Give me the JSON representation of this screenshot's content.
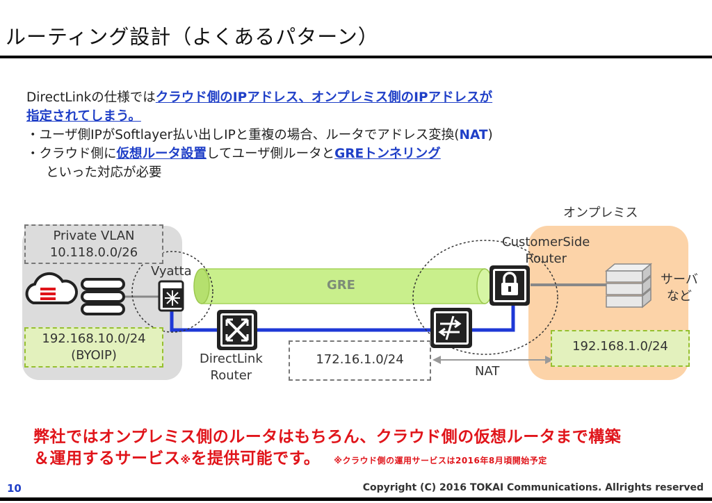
{
  "header": {
    "title": "ルーティング設計（よくあるパターン）"
  },
  "body": {
    "line1_prefix": "DirectLinkの仕様では",
    "line1_highlight": "クラウド側のIPアドレス、オンプレミス側のIPアドレスが",
    "line2_highlight": "指定されてしまう。",
    "line3_prefix": "・ユーザ側IPがSoftlayer払い出しIPと重複の場合、ルータでアドレス変換(",
    "line3_bold": "NAT",
    "line3_suffix": ")",
    "line4_prefix": "・クラウド側に",
    "line4_highlight1": "仮想ルータ設置",
    "line4_middle": "してユーザ側ルータと",
    "line4_highlight2": "GREトンネリング",
    "line5": "といった対応が必要"
  },
  "diagram": {
    "onprem_label": "オンプレミス",
    "private_vlan_line1": "Private VLAN",
    "private_vlan_line2": "10.118.0.0/26",
    "vyatta_label": "Vyatta",
    "byoip_line1": "192.168.10.0/24",
    "byoip_line2": "(BYOIP)",
    "gre_label": "GRE",
    "customer_router_line1": "CustomerSide",
    "customer_router_line2": "Router",
    "server_line1": "サーバ",
    "server_line2": "など",
    "onprem_subnet": "192.168.1.0/24",
    "directlink_line1": "DirectLink",
    "directlink_line2": "Router",
    "transit_subnet": "172.16.1.0/24",
    "nat_label": "NAT"
  },
  "bottom": {
    "line1": "弊社ではオンプレミス側のルータはもちろん、クラウド側の仮想ルータまで構築",
    "line2": "＆運用するサービス",
    "line2_mark": "※",
    "line2_suffix": "を提供可能です。",
    "note": "※クラウド側の運用サービスは2016年8月頃開始予定"
  },
  "footer": {
    "page_number": "10",
    "copyright": "Copyright (C) 2016 TOKAI Communications. Allrights reserved"
  },
  "colors": {
    "accent_blue": "#1f3fc7",
    "alert_red": "#e0141a",
    "gre_green": "#c9ef8c",
    "onprem_orange": "#fcd3a8",
    "cloud_gray": "#dcdcdc"
  }
}
